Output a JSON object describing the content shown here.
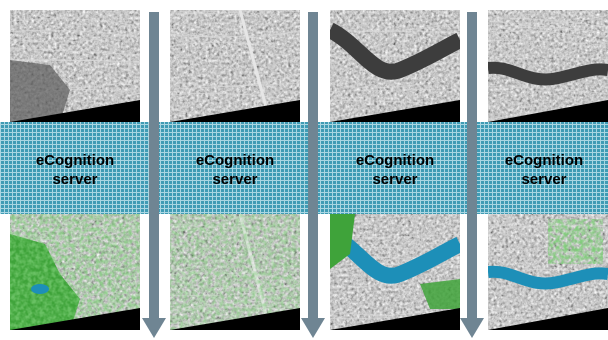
{
  "diagram": {
    "label_line1": "eCognition",
    "label_line2": "server",
    "panel_count": 4,
    "input_images": [
      {
        "content": "aerial-residential-with-forest"
      },
      {
        "content": "aerial-residential-with-road"
      },
      {
        "content": "aerial-residential-with-river"
      },
      {
        "content": "aerial-residential-with-river"
      }
    ],
    "output_images": [
      {
        "content": "classified-residential-with-forest"
      },
      {
        "content": "classified-residential-with-road"
      },
      {
        "content": "classified-residential-with-river"
      },
      {
        "content": "classified-residential-with-river"
      }
    ],
    "arrow_count": 3,
    "colors": {
      "band_fill": "#3f9bb4",
      "band_grid": "#a9d6e2",
      "label_text": "#000000",
      "arrow": "#6f8593",
      "vegetation": "#3fa33a",
      "water": "#1d8fb8",
      "nodata": "#000000"
    }
  }
}
